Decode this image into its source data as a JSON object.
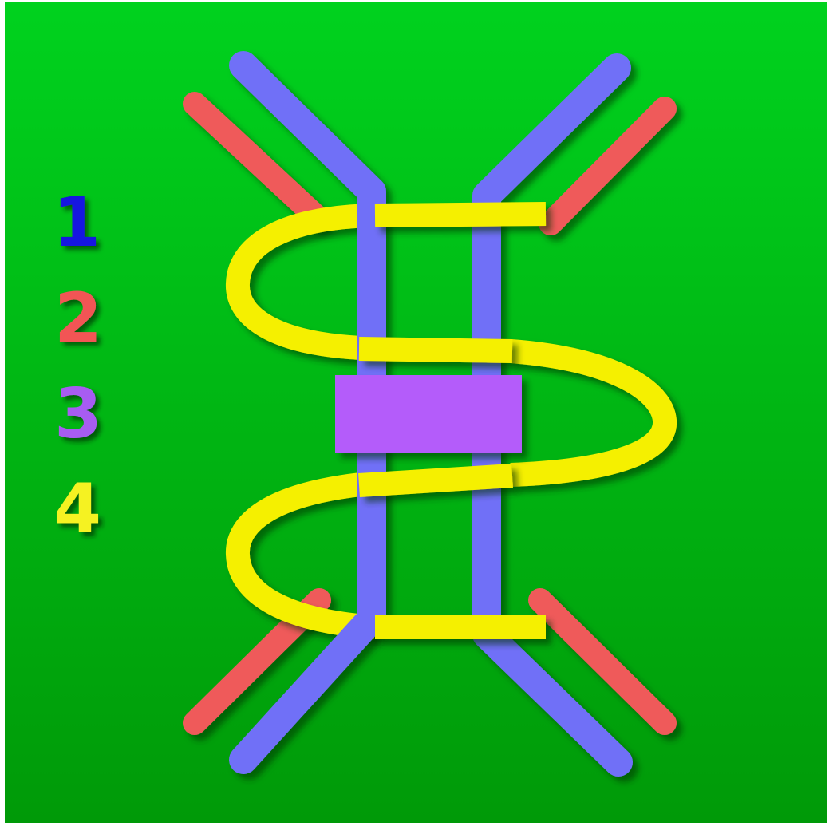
{
  "colors": {
    "background_top": "#00d21e",
    "background_bottom": "#009a08",
    "chain_1": "#6f6ff7",
    "chain_2": "#ef5a5a",
    "block_3": "#b45cfa",
    "coil_4": "#f5f000",
    "label_1": "#1212e0",
    "label_2": "#f25555",
    "label_3": "#a75cf2",
    "label_4": "#f5f220"
  },
  "legend": {
    "items": [
      {
        "label": "1",
        "color": "#1212e0"
      },
      {
        "label": "2",
        "color": "#f25555"
      },
      {
        "label": "3",
        "color": "#a75cf2"
      },
      {
        "label": "4",
        "color": "#f5f220"
      }
    ]
  }
}
